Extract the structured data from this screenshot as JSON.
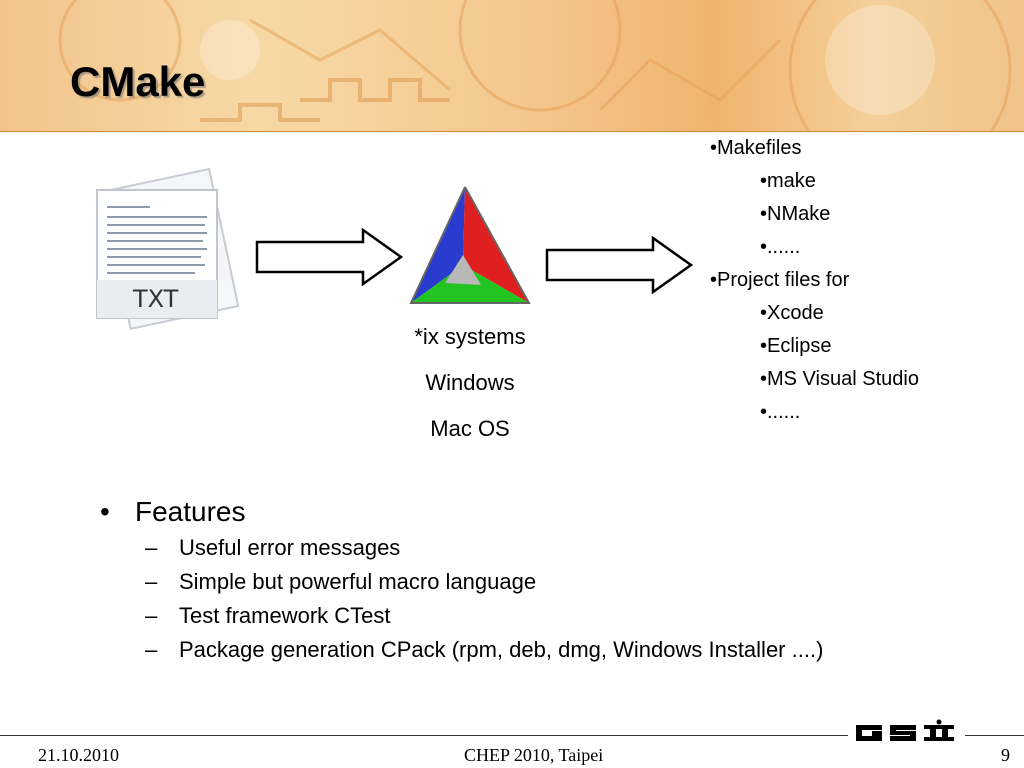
{
  "slide": {
    "title": "CMake"
  },
  "diagram": {
    "input_icon_label": "TXT",
    "platforms": [
      "*ix systems",
      "Windows",
      "Mac OS"
    ],
    "outputs": [
      {
        "text": "•Makefiles",
        "level": 1
      },
      {
        "text": "•make",
        "level": 2
      },
      {
        "text": "•NMake",
        "level": 2
      },
      {
        "text": "•......",
        "level": 2
      },
      {
        "text": "•Project files for",
        "level": 1
      },
      {
        "text": "•Xcode",
        "level": 2
      },
      {
        "text": "•Eclipse",
        "level": 2
      },
      {
        "text": "•MS Visual Studio",
        "level": 2
      },
      {
        "text": "•......",
        "level": 2
      }
    ]
  },
  "features": {
    "bullet": "•",
    "heading": "Features",
    "dash": "–",
    "items": [
      "Useful error messages",
      "Simple but powerful macro language",
      "Test framework CTest",
      "Package generation CPack (rpm, deb, dmg, Windows Installer ....)"
    ]
  },
  "footer": {
    "date": "21.10.2010",
    "event": "CHEP 2010, Taipei",
    "page": "9"
  },
  "colors": {
    "banner": "#f4c98f",
    "logo_red": "#e02020",
    "logo_blue": "#2a3bd0",
    "logo_green": "#22c422",
    "logo_gray": "#b8b8b8"
  },
  "icons": [
    "txt-file-icon",
    "right-arrow-icon",
    "cmake-logo-icon",
    "gsi-logo"
  ]
}
